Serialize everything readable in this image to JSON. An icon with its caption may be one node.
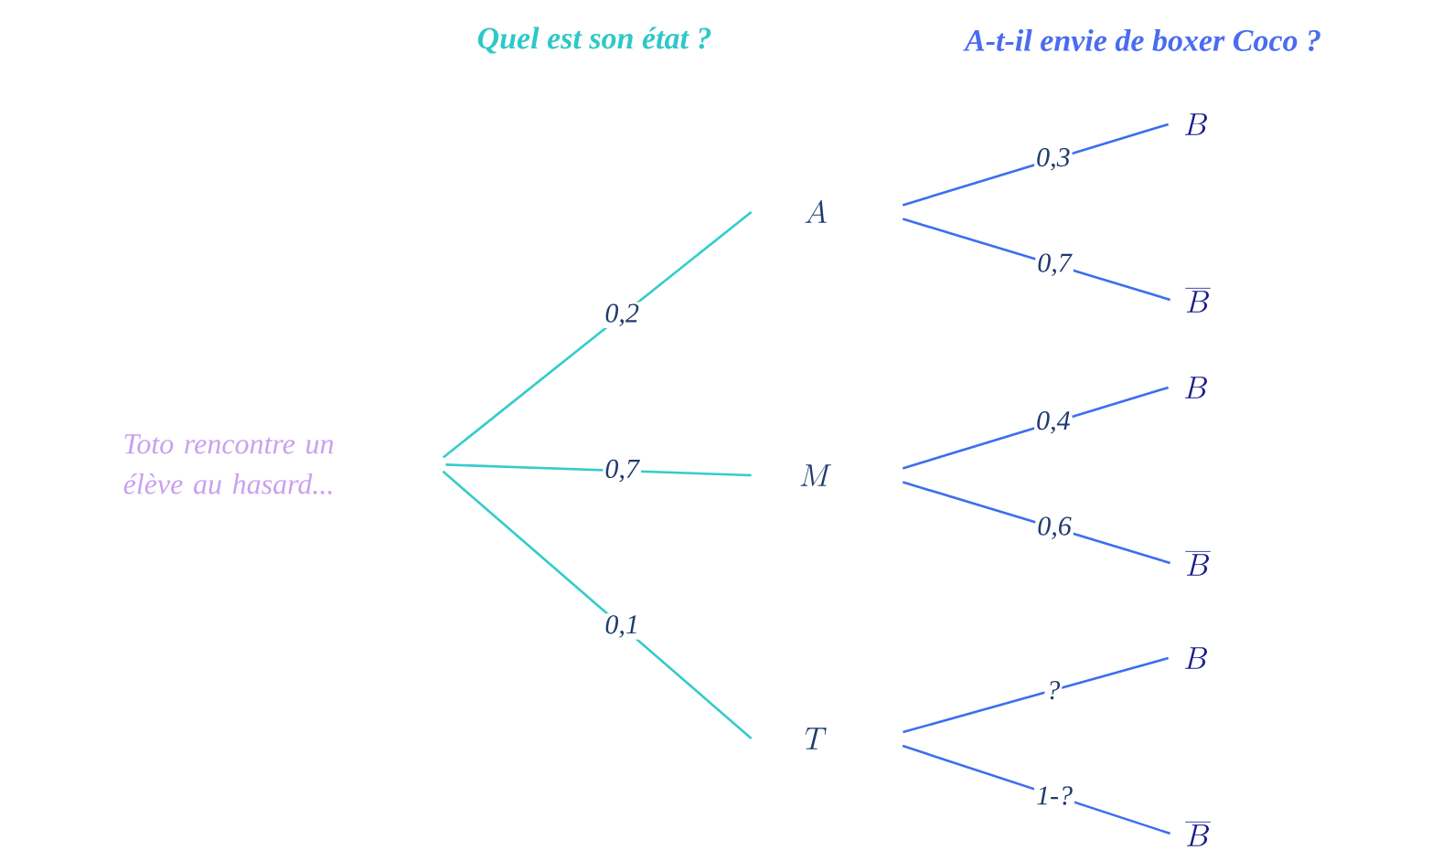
{
  "diagram": {
    "nodes": [
      {
        "text": [
          "Toto rencontre un élève au hasard..."
        ]
      },
      {
        "text": [
          "A"
        ]
      },
      {
        "text": [
          "M"
        ]
      },
      {
        "text": [
          "T"
        ]
      },
      {
        "text": [
          "B"
        ]
      },
      {
        "text": [
          "\\overline{B}"
        ]
      },
      {
        "text": [
          "B"
        ]
      },
      {
        "text": [
          "\\overline{B}"
        ]
      },
      {
        "text": [
          "B"
        ]
      },
      {
        "text": [
          "\\overline{B}"
        ]
      }
    ],
    "edges": [
      {
        "from": 0,
        "to": 1,
        "arrow": "none",
        "label": "0,2",
        "color": "#33cccc"
      },
      {
        "from": 0,
        "to": 2,
        "arrow": "none",
        "label": "0,7",
        "color": "#33cccc"
      },
      {
        "from": 0,
        "to": 3,
        "arrow": "none",
        "label": "0,1",
        "color": "#33cccc"
      },
      {
        "from": 1,
        "to": 4,
        "arrow": "none",
        "label": "0,3"
      },
      {
        "from": 1,
        "to": 5,
        "arrow": "none",
        "label": "0,7"
      },
      {
        "from": 2,
        "to": 6,
        "arrow": "none",
        "label": "0,4"
      },
      {
        "from": 2,
        "to": 7,
        "arrow": "none",
        "label": "0,6"
      },
      {
        "from": 3,
        "to": 8,
        "arrow": "none",
        "label": "?"
      },
      {
        "from": 3,
        "to": 9,
        "arrow": "none",
        "label": "1-?"
      }
    ],
    "labels": [
      "Quel est son état ?",
      "A-t-il envie de boxer Coco ?"
    ]
  }
}
